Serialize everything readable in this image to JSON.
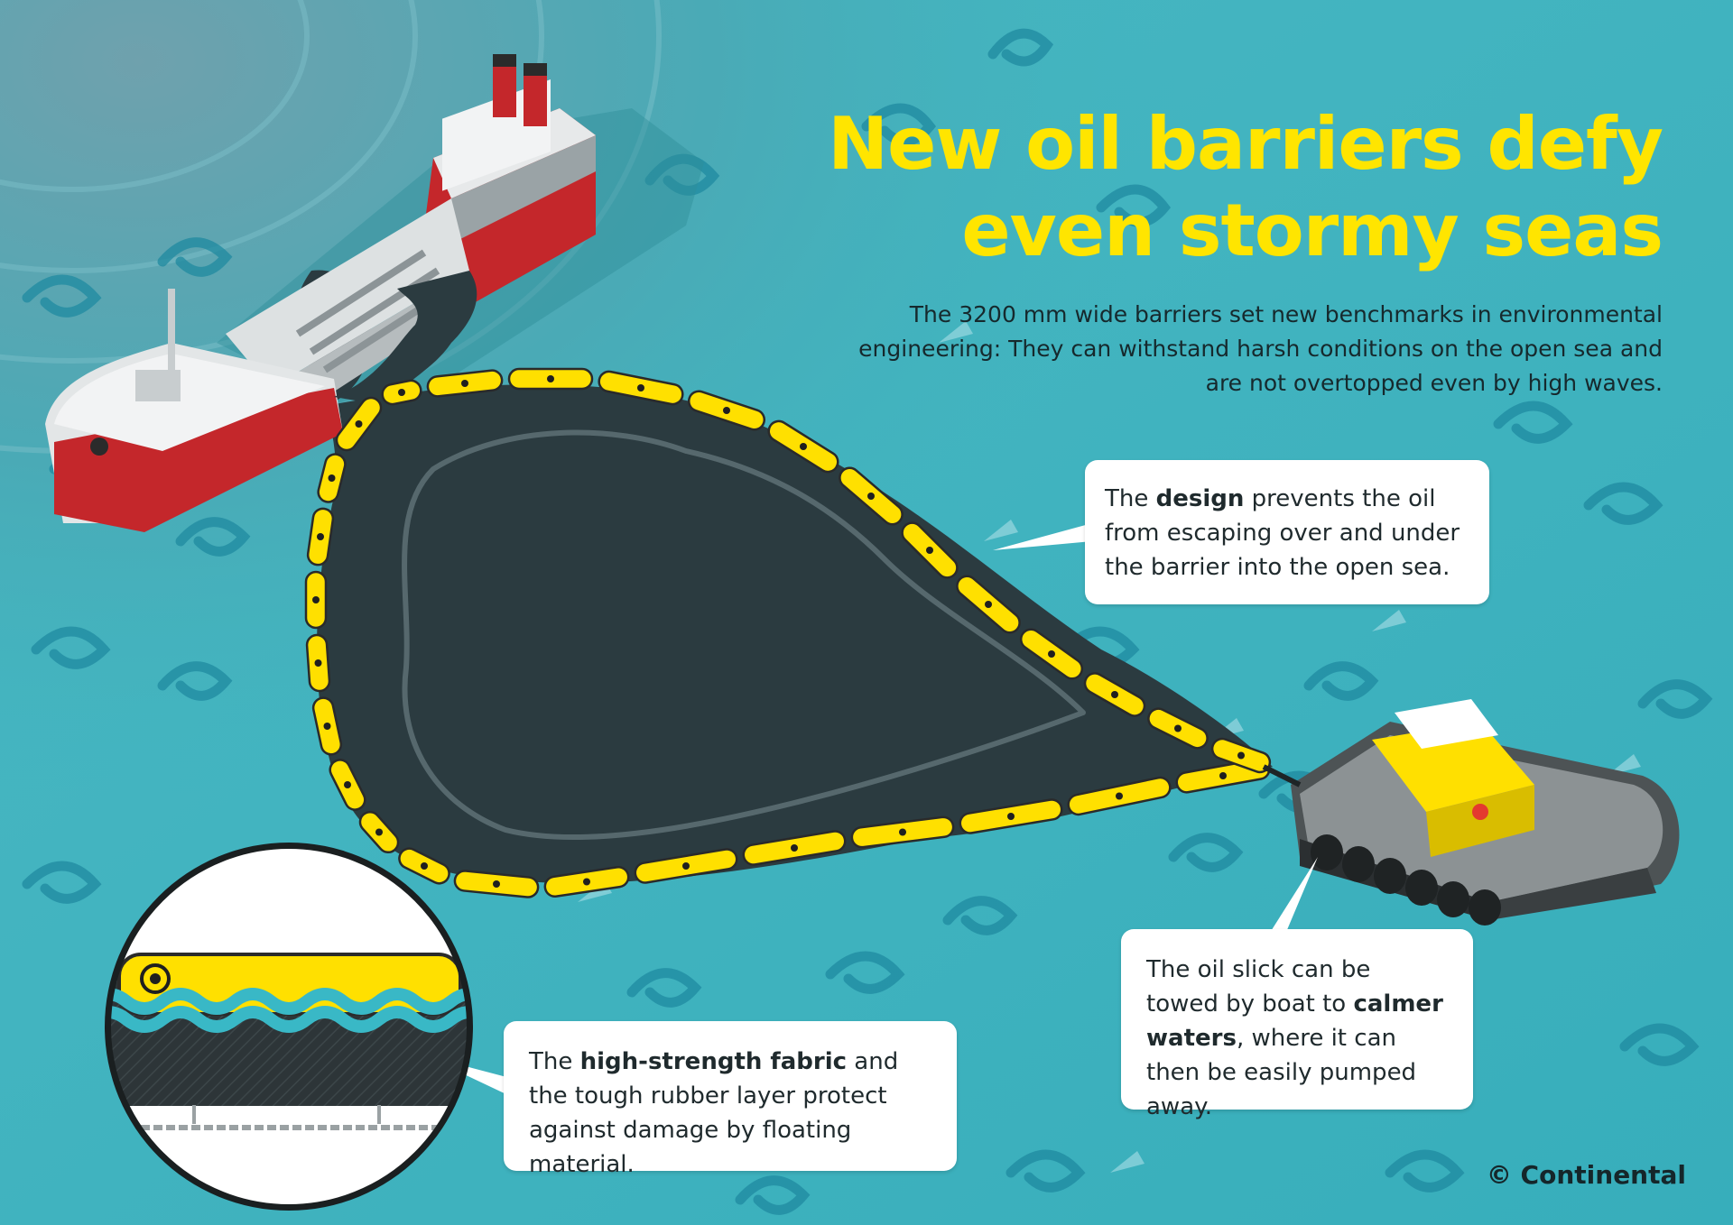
{
  "headline": {
    "line1": "New oil barriers defy",
    "line2": "even stormy seas"
  },
  "subtitle": "The 3200 mm wide barriers set new benchmarks in environmental engineering: They can withstand harsh conditions on the open sea and are not overtopped even by high waves.",
  "callouts": {
    "design": {
      "before": "The ",
      "bold": "design",
      "after": " prevents the oil from escaping over and under the barrier into the open sea."
    },
    "tow": {
      "before": "The oil slick can be towed by boat to ",
      "bold": "calmer waters",
      "after": ", where it can then be easily pumped away."
    },
    "fabric": {
      "before": "The ",
      "bold": "high-strength fabric",
      "after": " and the tough rubber layer protect against damage by floating material."
    }
  },
  "copyright": "© Continental",
  "colors": {
    "sea": "#3fb3bd",
    "headline": "#ffe500",
    "boom": "#ffe000",
    "oil": "#2b3b40",
    "callout_bg": "#ffffff"
  },
  "icons": [
    "oil-tanker-icon",
    "tugboat-icon",
    "barrier-detail-icon"
  ]
}
